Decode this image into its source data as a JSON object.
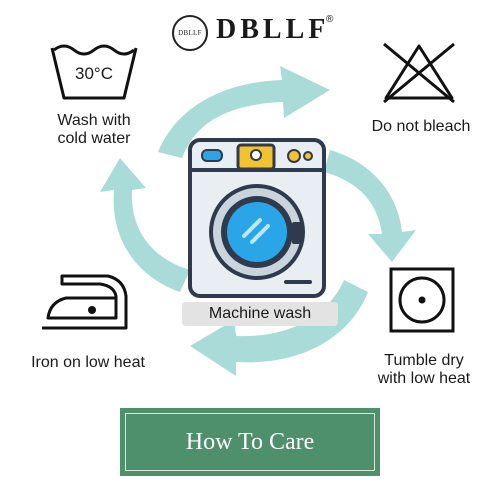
{
  "brand": {
    "logo_text": "DBLLF",
    "name": "DBLLF",
    "registered": "®"
  },
  "care_items": {
    "wash": {
      "label_line1": "Wash with",
      "label_line2": "cold water",
      "temperature": "30°C",
      "icon": "wash-tub-icon"
    },
    "bleach": {
      "label": "Do not bleach",
      "icon": "no-bleach-triangle-icon"
    },
    "iron": {
      "label": "Iron on low heat",
      "icon": "iron-low-heat-icon"
    },
    "tumble": {
      "label_line1": "Tumble dry",
      "label_line2": "with low heat",
      "icon": "tumble-dry-low-icon"
    },
    "machine": {
      "label": "Machine wash",
      "icon": "washing-machine-icon"
    }
  },
  "banner": {
    "text": "How To Care"
  },
  "colors": {
    "arrow": "#a9dcd8",
    "banner": "#4e8f6c",
    "machine_body": "#e9eef2",
    "machine_outline": "#2f3b4c",
    "drum_blue": "#2aa6e8",
    "knob_yellow": "#f2c230"
  }
}
